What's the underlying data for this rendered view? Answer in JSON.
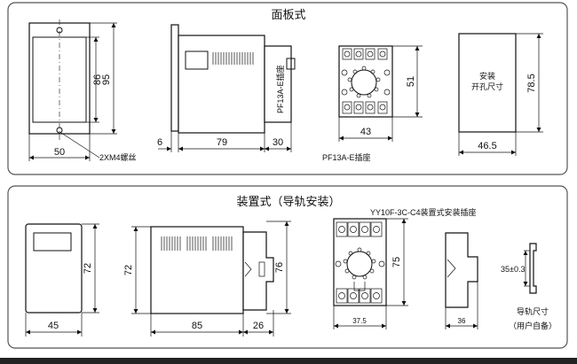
{
  "top_panel": {
    "title": "面板式",
    "dims": {
      "w50": "50",
      "h86": "86",
      "h95": "95",
      "d6": "6",
      "d79": "79",
      "d30": "30",
      "h51": "51",
      "w43": "43",
      "w46_5": "46.5",
      "h78_5": "78.5"
    },
    "screw_label": "2XM4螺丝",
    "socket_side_label": "PF13A-E插座",
    "socket_label": "PF13A-E插座",
    "cutout_label_1": "安装",
    "cutout_label_2": "开孔尺寸"
  },
  "bottom_panel": {
    "title": "装置式（导轨安装）",
    "socket_title": "YY10F-3C-C4装置式安装插座",
    "dims": {
      "h72a": "72",
      "w45": "45",
      "h72b": "72",
      "w85": "85",
      "h76": "76",
      "w26": "26",
      "h75": "75",
      "w37_5": "37.5",
      "w36": "36",
      "rail_height": "35±0.3"
    },
    "rail_label_1": "导轨尺寸",
    "rail_label_2": "（用户自备）"
  }
}
